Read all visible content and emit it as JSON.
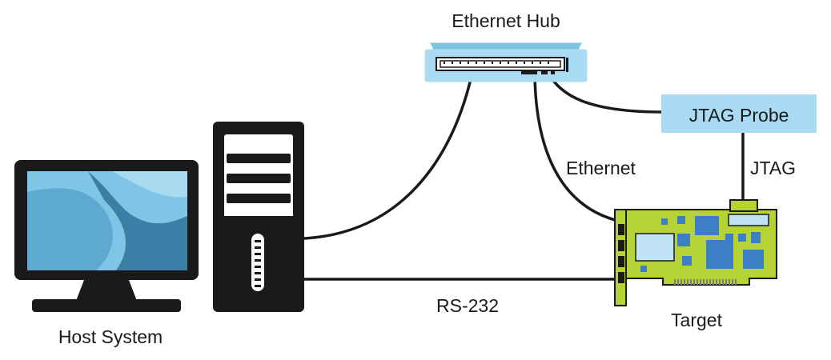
{
  "labels": {
    "ethernet_hub": "Ethernet Hub",
    "jtag_probe": "JTAG Probe",
    "ethernet": "Ethernet",
    "jtag": "JTAG",
    "rs232": "RS-232",
    "target": "Target",
    "host_system": "Host System"
  },
  "colors": {
    "hub_fill": "#a9dcf2",
    "probe_fill": "#a9dcf2",
    "board_fill": "#b5d334",
    "board_chip": "#3d7fc4",
    "board_light_chip": "#bfe3f5",
    "cable": "#1a1a1a",
    "screen_light": "#7fc6e6",
    "screen_dark": "#3c7fa6"
  },
  "icons": {
    "hub": "ethernet-hub-icon",
    "probe": "jtag-probe-icon",
    "board": "target-board-icon",
    "monitor": "monitor-icon",
    "tower": "computer-tower-icon"
  }
}
